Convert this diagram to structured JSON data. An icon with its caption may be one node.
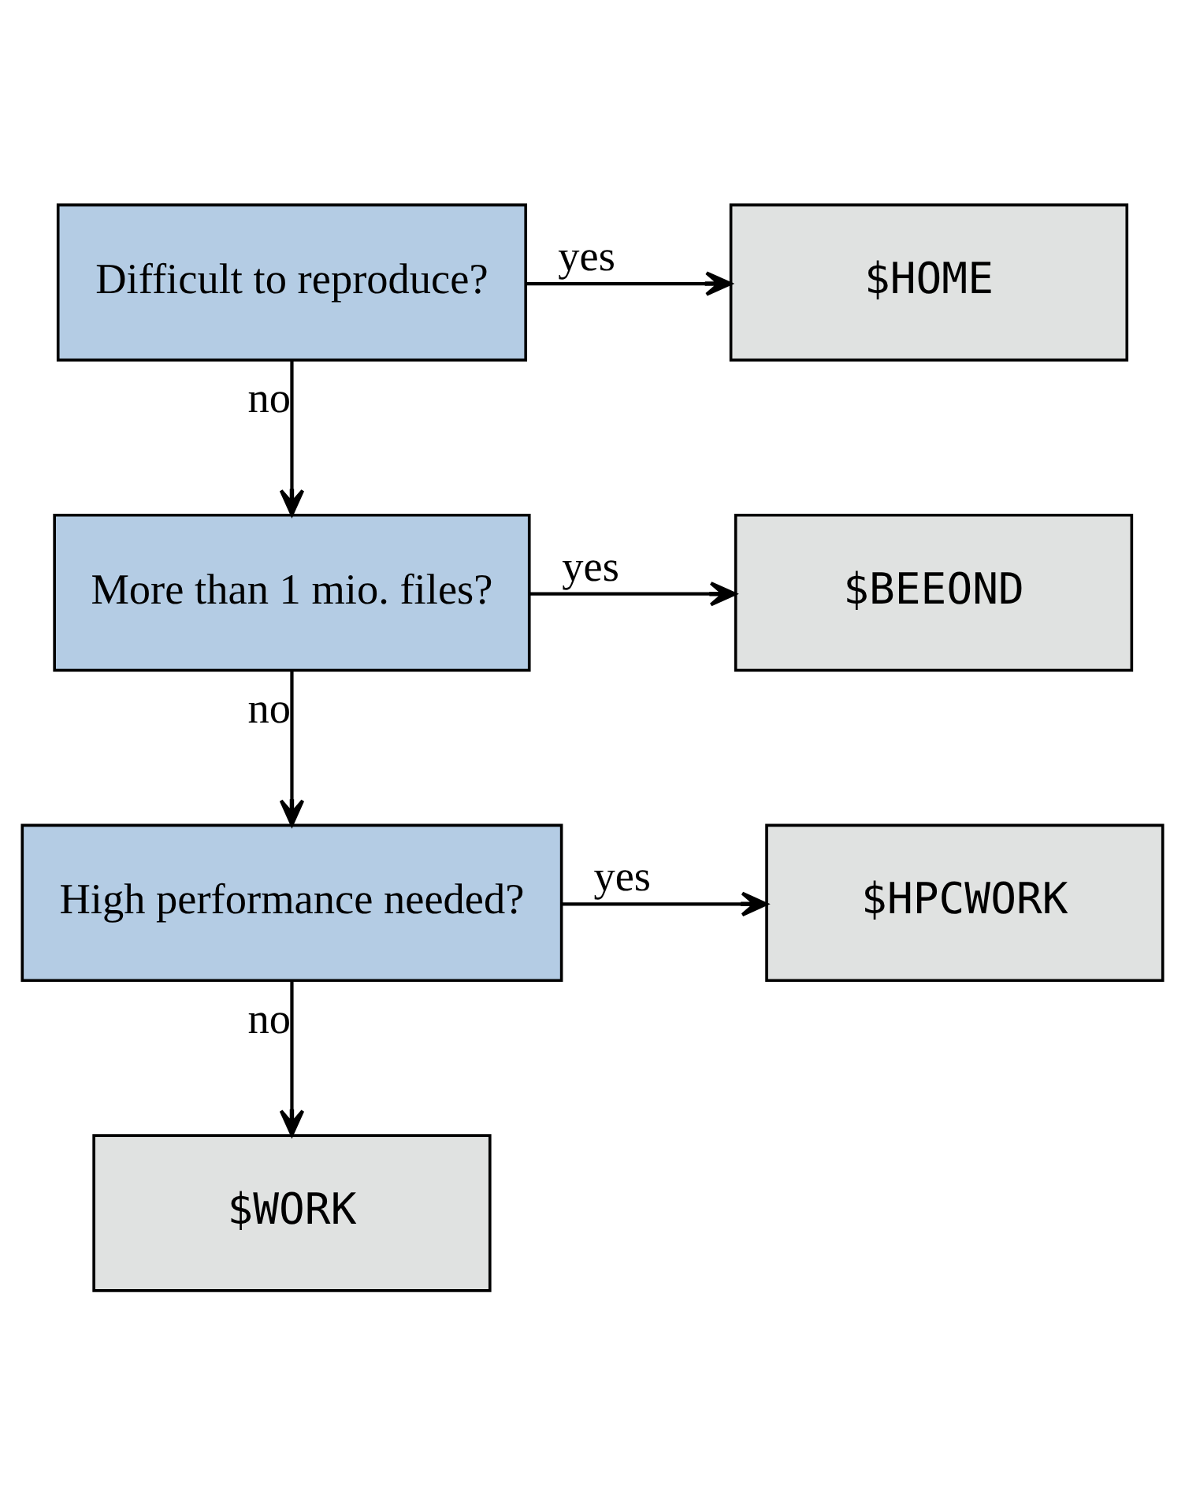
{
  "diagram": {
    "nodes": [
      {
        "text": [
          "Difficult to reproduce?"
        ]
      },
      {
        "text": [
          "$HOME"
        ]
      },
      {
        "text": [
          "More than 1 mio. files?"
        ]
      },
      {
        "text": [
          "$BEEOND"
        ]
      },
      {
        "text": [
          "High performance needed?"
        ]
      },
      {
        "text": [
          "$HPCWORK"
        ]
      },
      {
        "text": [
          "$WORK"
        ]
      }
    ],
    "edges": [
      {
        "from": 0,
        "to": 1,
        "arrow": "to",
        "label": "yes"
      },
      {
        "from": 0,
        "to": 2,
        "arrow": "to",
        "label": "no"
      },
      {
        "from": 2,
        "to": 3,
        "arrow": "to",
        "label": "yes"
      },
      {
        "from": 2,
        "to": 4,
        "arrow": "to",
        "label": "no"
      },
      {
        "from": 4,
        "to": 5,
        "arrow": "to",
        "label": "yes"
      },
      {
        "from": 4,
        "to": 6,
        "arrow": "to",
        "label": "no"
      }
    ]
  }
}
